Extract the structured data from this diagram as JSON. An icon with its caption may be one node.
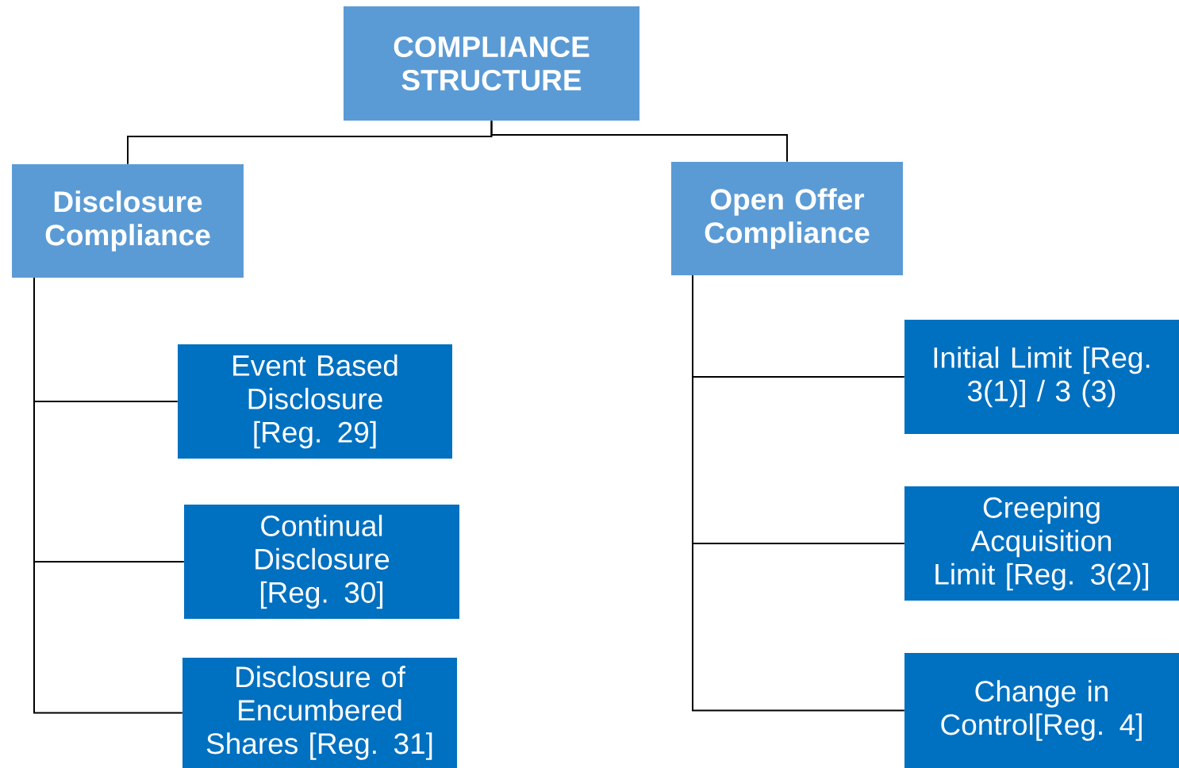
{
  "diagram": {
    "nodes": [
      {
        "text": [
          "COMPLIANCE STRUCTURE"
        ]
      },
      {
        "text": [
          "Disclosure Compliance"
        ]
      },
      {
        "text": [
          "Open Offer Compliance"
        ]
      },
      {
        "text": [
          "Event Based Disclosure [Reg. 29]"
        ]
      },
      {
        "text": [
          "Continual Disclosure [Reg. 30]"
        ]
      },
      {
        "text": [
          "Disclosure of Encumbered Shares [Reg. 31]"
        ]
      },
      {
        "text": [
          "Initial Limit [Reg. 3(1)] / 3 (3)"
        ]
      },
      {
        "text": [
          "Creeping Acquisition Limit [Reg. 3(2)]"
        ]
      },
      {
        "text": [
          "Change in Control[Reg. 4]"
        ]
      }
    ],
    "edges": [
      {
        "from": 0,
        "to": 1,
        "arrow": "none"
      },
      {
        "from": 0,
        "to": 2,
        "arrow": "none"
      },
      {
        "from": 1,
        "to": 3,
        "arrow": "none"
      },
      {
        "from": 1,
        "to": 4,
        "arrow": "none"
      },
      {
        "from": 1,
        "to": 5,
        "arrow": "none"
      },
      {
        "from": 2,
        "to": 6,
        "arrow": "none"
      },
      {
        "from": 2,
        "to": 7,
        "arrow": "none"
      },
      {
        "from": 2,
        "to": 8,
        "arrow": "none"
      }
    ]
  }
}
